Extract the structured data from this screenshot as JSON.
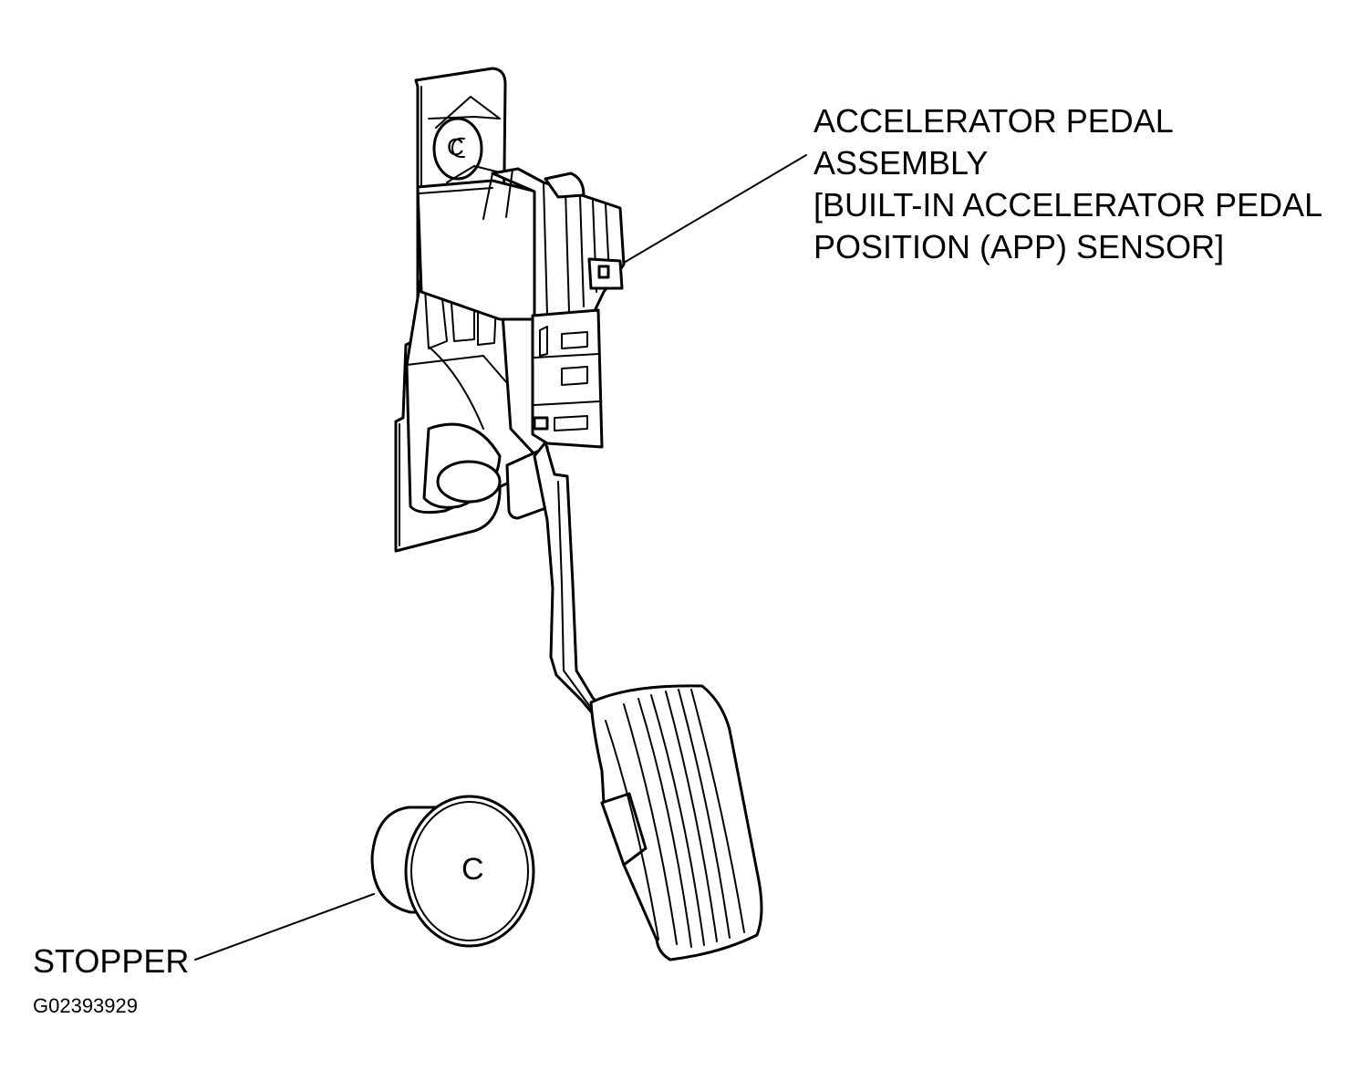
{
  "figure": {
    "callouts": {
      "assembly": {
        "lines": [
          "ACCELERATOR PEDAL",
          "ASSEMBLY",
          "[BUILT-IN ACCELERATOR PEDAL",
          "POSITION (APP) SENSOR]"
        ]
      },
      "stopper": {
        "label": "STOPPER"
      },
      "inner_mark": {
        "label": "C"
      }
    },
    "figure_id": "G02393929"
  }
}
